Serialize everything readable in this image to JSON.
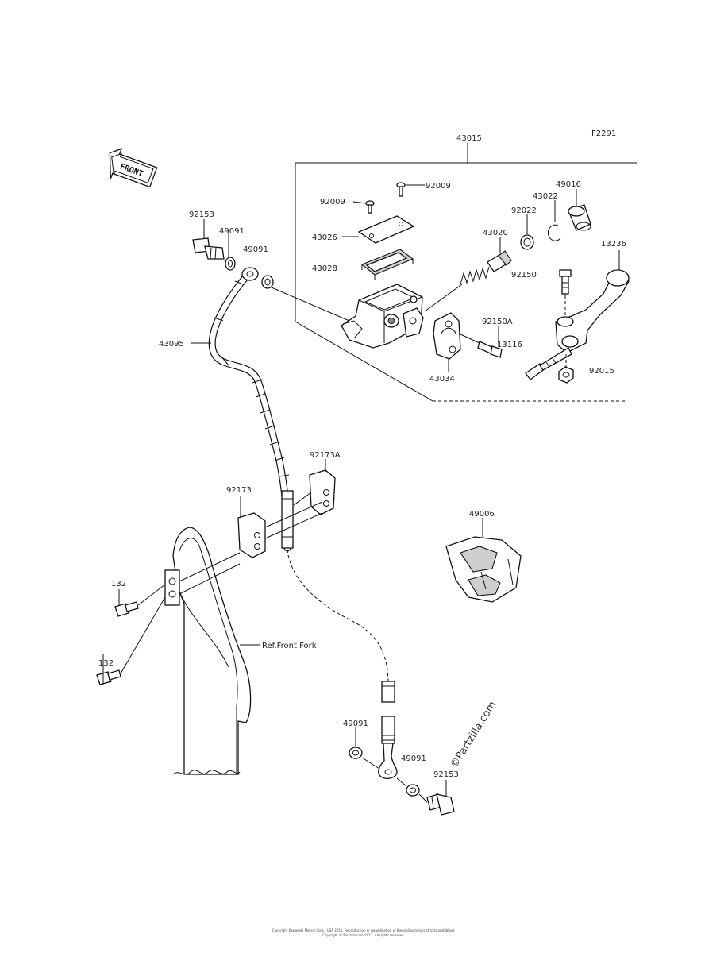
{
  "diagram": {
    "code": "F2291",
    "front_label": "FRONT",
    "watermark": "©Partzilla.com",
    "ref_label": "Ref.Front Fork",
    "footer_line1": "Copyright Kawasaki Motors Corp., USA 2011. Reproduction or republication of these diagrams is strictly prohibited.",
    "footer_line2": "Copyright © Partzilla.com 2011. All rights reserved.",
    "labels": {
      "p43015": "43015",
      "p92009a": "92009",
      "p92009b": "92009",
      "p43026": "43026",
      "p43028": "43028",
      "p49016": "49016",
      "p43022": "43022",
      "p92022": "92022",
      "p43020": "43020",
      "p92150": "92150",
      "p92150A": "92150A",
      "p13236": "13236",
      "p13116": "13116",
      "p92015": "92015",
      "p43034": "43034",
      "p92153a": "92153",
      "p49091a": "49091",
      "p49091b": "49091",
      "p43095": "43095",
      "p92173A": "92173A",
      "p92173": "92173",
      "p49006": "49006",
      "p132a": "132",
      "p132b": "132",
      "p49091c": "49091",
      "p49091d": "49091",
      "p92153b": "92153"
    }
  }
}
